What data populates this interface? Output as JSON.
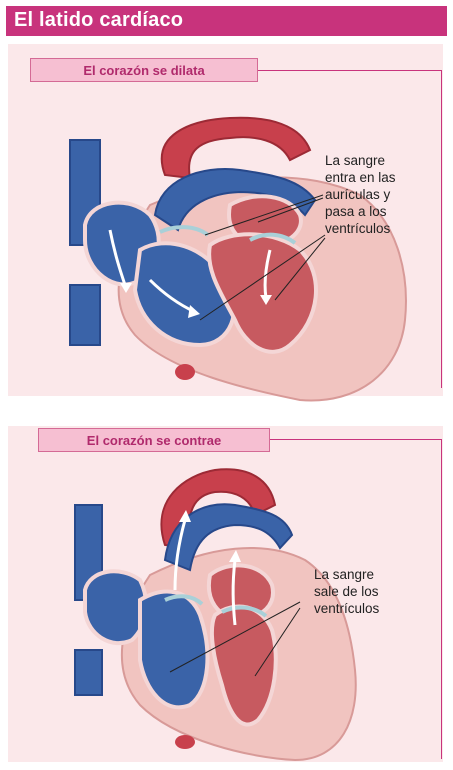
{
  "header": {
    "title": "El latido cardíaco"
  },
  "sections": [
    {
      "label": "El corazón se dilata",
      "annotation": [
        "La sangre",
        "entra en las",
        "aurículas y",
        "pasa a los",
        "ventrículos"
      ]
    },
    {
      "label": "El corazón se contrae",
      "annotation": [
        "La sangre",
        "sale de los",
        "ventrículos"
      ]
    }
  ],
  "colors": {
    "accent": "#c8337c",
    "panel_bg": "#fbe8ea",
    "artery_red": "#c8404c",
    "vein_blue": "#3a63a8",
    "muscle_pink": "#f1c4c0"
  }
}
